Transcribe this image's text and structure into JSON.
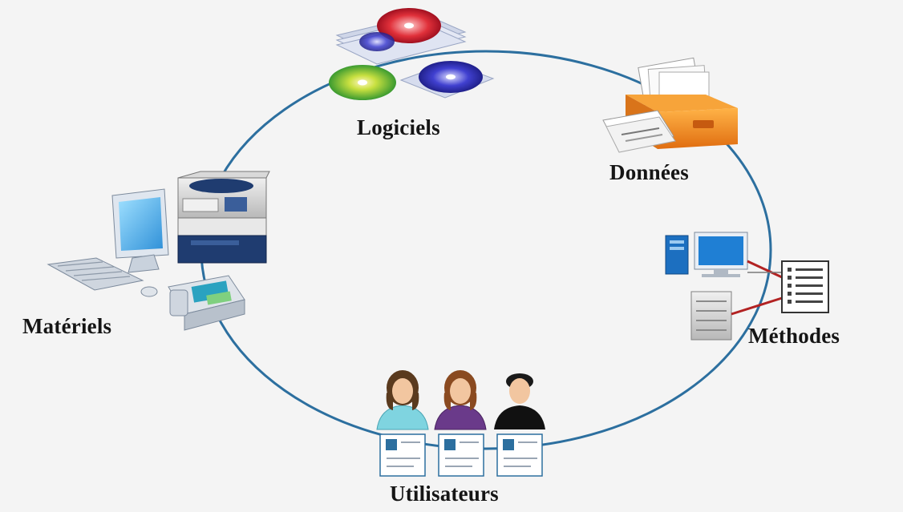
{
  "diagram": {
    "nodes": [
      {
        "id": "logiciels",
        "label": "Logiciels",
        "icon": "software-discs-icon"
      },
      {
        "id": "donnees",
        "label": "Données",
        "icon": "file-drawer-icon"
      },
      {
        "id": "materiels",
        "label": "Matériels",
        "icon": "computer-hardware-icon"
      },
      {
        "id": "methodes",
        "label": "Méthodes",
        "icon": "procedure-checklist-icon"
      },
      {
        "id": "utilisateurs",
        "label": "Utilisateurs",
        "icon": "users-icon"
      }
    ]
  },
  "colors": {
    "background": "#f4f4f4",
    "cycle_line": "#2c6f9f",
    "label_text": "#151515",
    "connector_red": "#b22222"
  }
}
